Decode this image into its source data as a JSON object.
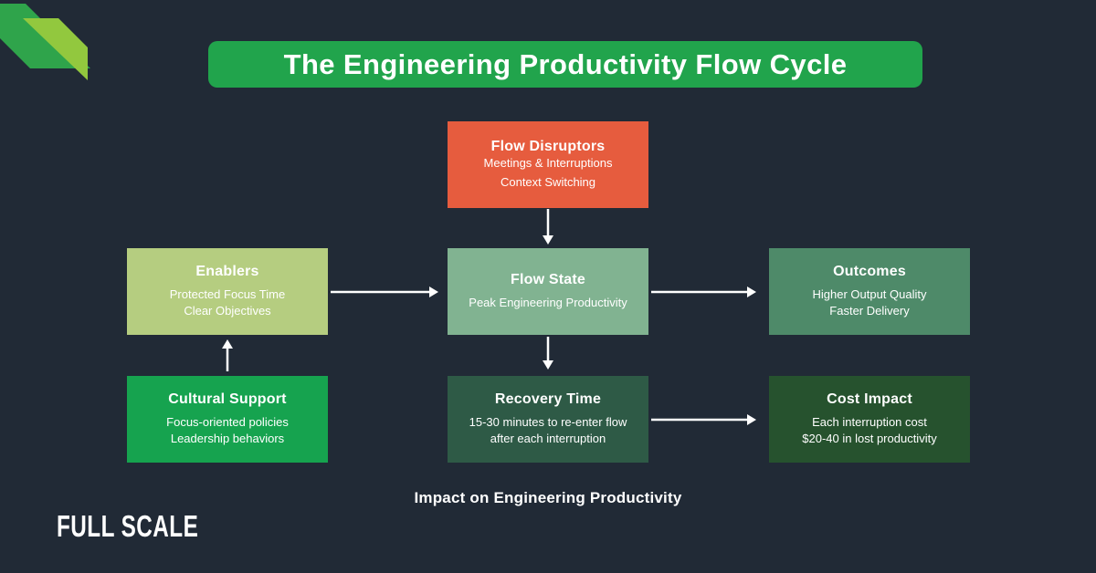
{
  "theme": {
    "background": "#212a36",
    "arrow_color": "#ffffff",
    "text_color": "#ffffff"
  },
  "header": {
    "title": "The Engineering Productivity Flow Cycle",
    "banner_color": "#21a44c"
  },
  "brand": {
    "wordmark": "FULL SCALE",
    "mark_dark_color": "#2fa44b",
    "mark_light_color": "#92c83e"
  },
  "caption": {
    "text": "Impact on Engineering Productivity"
  },
  "nodes": {
    "flow_disruptors": {
      "title": "Flow Disruptors",
      "line1": "Meetings & Interruptions",
      "line2": "Context Switching",
      "color": "#e65c3e"
    },
    "enablers": {
      "title": "Enablers",
      "line1": "Protected Focus Time",
      "line2": "Clear Objectives",
      "color": "#b5cd80"
    },
    "flow_state": {
      "title": "Flow State",
      "line1": "Peak Engineering Productivity",
      "color": "#81b391"
    },
    "outcomes": {
      "title": "Outcomes",
      "line1": "Higher Output Quality",
      "line2": "Faster Delivery",
      "color": "#4e8a69"
    },
    "cultural_support": {
      "title": "Cultural Support",
      "line1": "Focus-oriented policies",
      "line2": "Leadership behaviors",
      "color": "#16a34f"
    },
    "recovery_time": {
      "title": "Recovery Time",
      "line1": "15-30 minutes to re-enter flow",
      "line2": "after each interruption",
      "color": "#2e5a46"
    },
    "cost_impact": {
      "title": "Cost Impact",
      "line1": "Each interruption cost",
      "line2": "$20-40 in lost productivity",
      "color": "#26522e"
    }
  },
  "edges": [
    {
      "from": "flow_disruptors",
      "to": "flow_state",
      "direction": "down"
    },
    {
      "from": "enablers",
      "to": "flow_state",
      "direction": "right"
    },
    {
      "from": "flow_state",
      "to": "outcomes",
      "direction": "right"
    },
    {
      "from": "cultural_support",
      "to": "enablers",
      "direction": "up"
    },
    {
      "from": "flow_state",
      "to": "recovery_time",
      "direction": "down"
    },
    {
      "from": "recovery_time",
      "to": "cost_impact",
      "direction": "right"
    }
  ]
}
